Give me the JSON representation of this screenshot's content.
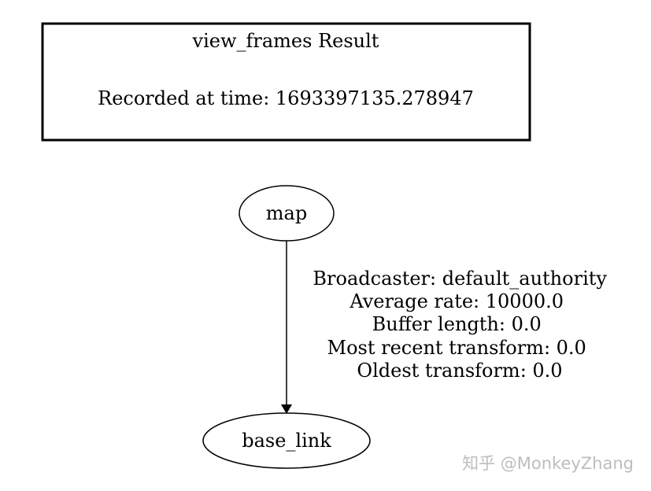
{
  "header_box": {
    "title": "view_frames Result",
    "recorded": "Recorded at time: 1693397135.278947"
  },
  "nodes": {
    "parent": "map",
    "child": "base_link"
  },
  "edge": {
    "lines": [
      "Broadcaster: default_authority",
      "Average rate: 10000.0",
      "Buffer length: 0.0",
      "Most recent transform: 0.0",
      "Oldest transform: 0.0"
    ]
  },
  "watermark": {
    "text": "知乎 @MonkeyZhang"
  }
}
